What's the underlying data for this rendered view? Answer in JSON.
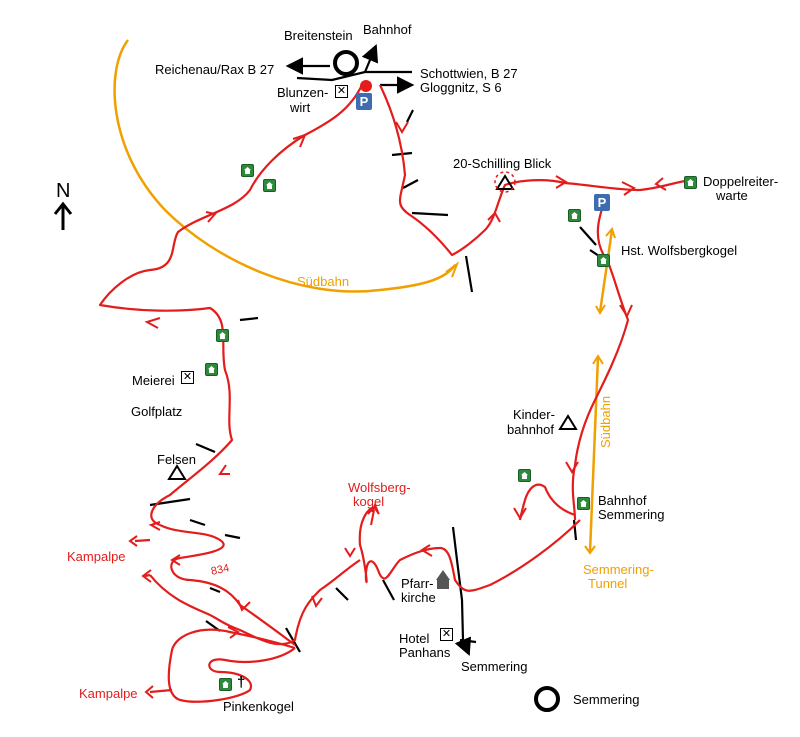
{
  "colors": {
    "trail": "#e31c1c",
    "rail": "#f0a000",
    "road": "#000000",
    "hut": "#2d8a3a",
    "parking": "#3d6cb0"
  },
  "north_label": "N",
  "places": {
    "breitenstein": "Breitenstein",
    "bahnhof_top": "Bahnhof",
    "reichenau": "Reichenau/Rax B 27",
    "schottwien": "Schottwien, B 27",
    "gloggnitz": "Gloggnitz, S 6",
    "blunzenwirt": [
      "Blunzen-",
      "wirt"
    ],
    "schilling_blick": "20-Schilling Blick",
    "doppelreiterwarte": [
      "Doppelreiter-",
      "warte"
    ],
    "hst_wolfsbergkogel": "Hst. Wolfsbergkogel",
    "suedbahn_top": "Südbahn",
    "suedbahn_vertical": "Südbahn",
    "meierei": "Meierei",
    "golfplatz": "Golfplatz",
    "felsen": "Felsen",
    "kinderbahnhof": [
      "Kinder-",
      "bahnhof"
    ],
    "bahnhof_semmering": [
      "Bahnhof",
      "Semmering"
    ],
    "semmering_tunnel": [
      "Semmering-",
      "Tunnel"
    ],
    "kampalpe_upper": "Kampalpe",
    "kampalpe_lower": "Kampalpe",
    "road_834": "834",
    "wolfsbergkogel": [
      "Wolfsberg-",
      "kogel"
    ],
    "pfarrkirche": [
      "Pfarr-",
      "kirche"
    ],
    "hotel_panhans": [
      "Hotel",
      "Panhans"
    ],
    "semmering_road": "Semmering",
    "semmering_legend": "Semmering",
    "pinkenkogel": "Pinkenkogel"
  },
  "symbols": {
    "parking": "P",
    "restaurant": "✕",
    "cross": "†"
  },
  "icons": [
    "hut-icon",
    "restaurant-icon",
    "parking-icon",
    "viewpoint-icon",
    "church-icon",
    "cross-icon",
    "north-arrow-icon",
    "town-circle-icon"
  ]
}
